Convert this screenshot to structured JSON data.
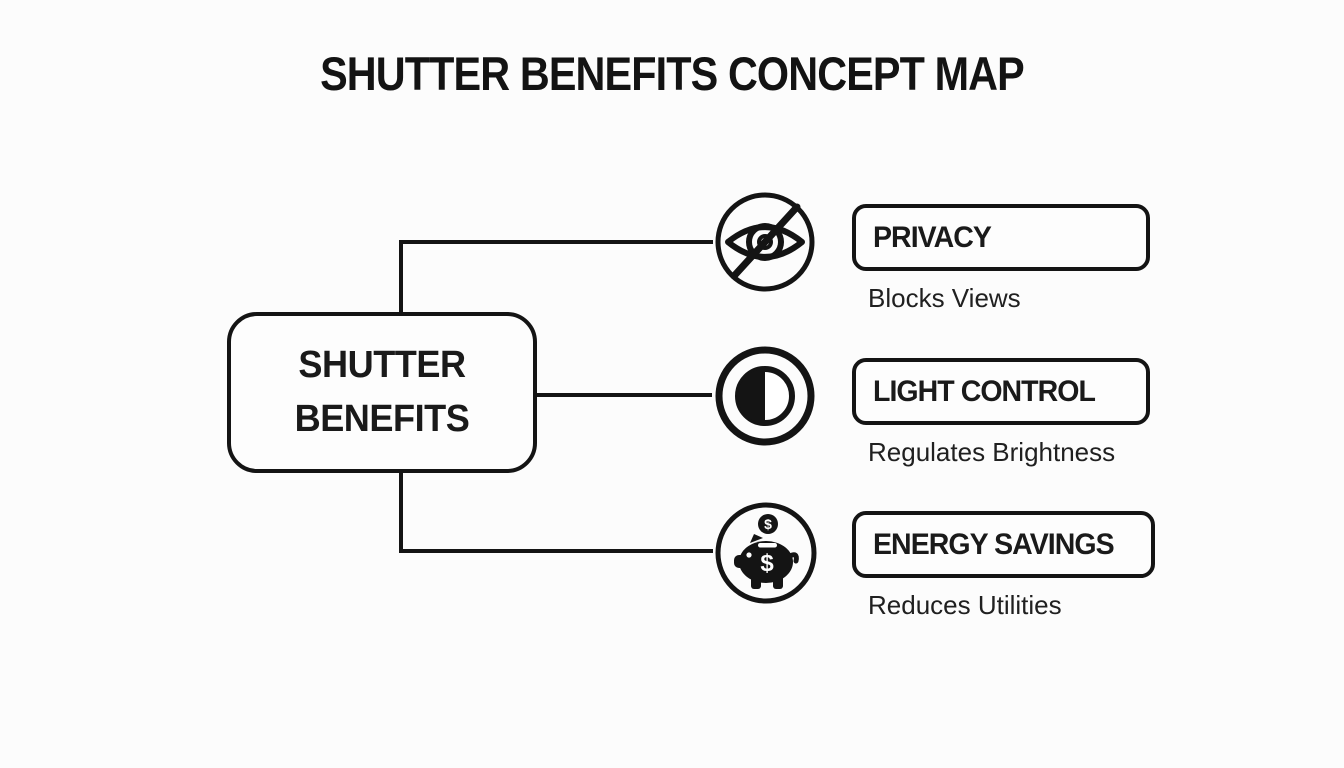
{
  "title": "SHUTTER BENEFITS CONCEPT MAP",
  "center_node": {
    "label_line1": "SHUTTER",
    "label_line2": "BENEFITS"
  },
  "branches": [
    {
      "id": "privacy",
      "icon": "eye-off-icon",
      "label": "PRIVACY",
      "description": "Blocks Views"
    },
    {
      "id": "light-control",
      "icon": "contrast-icon",
      "label": "LIGHT CONTROL",
      "description": "Regulates Brightness"
    },
    {
      "id": "energy-savings",
      "icon": "piggy-bank-icon",
      "label": "ENERGY SAVINGS",
      "description": "Reduces Utilities"
    }
  ],
  "energy_icon": {
    "coin_symbol": "$",
    "body_symbol": "$"
  },
  "colors": {
    "ink": "#141414",
    "background": "#fcfcfc"
  }
}
